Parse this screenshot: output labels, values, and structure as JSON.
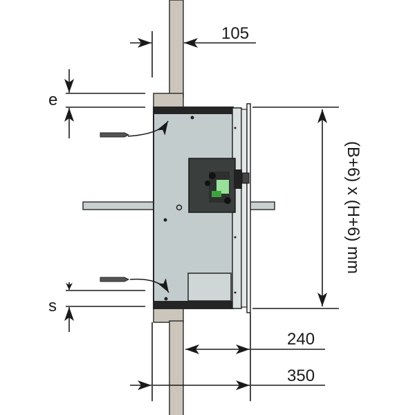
{
  "dimensions": {
    "wall_offset": "105",
    "e_label": "e",
    "s_label": "s",
    "opening_size": "(B+6) x (H+6) mm",
    "depth_inner": "240",
    "depth_total": "350"
  },
  "colors": {
    "wall": "#cbc5bb",
    "box": "#c3cccd",
    "frame": "#dadfdf",
    "dark": "#252525",
    "lock": "#3a3e3c",
    "lock_green": "#99e09a"
  }
}
